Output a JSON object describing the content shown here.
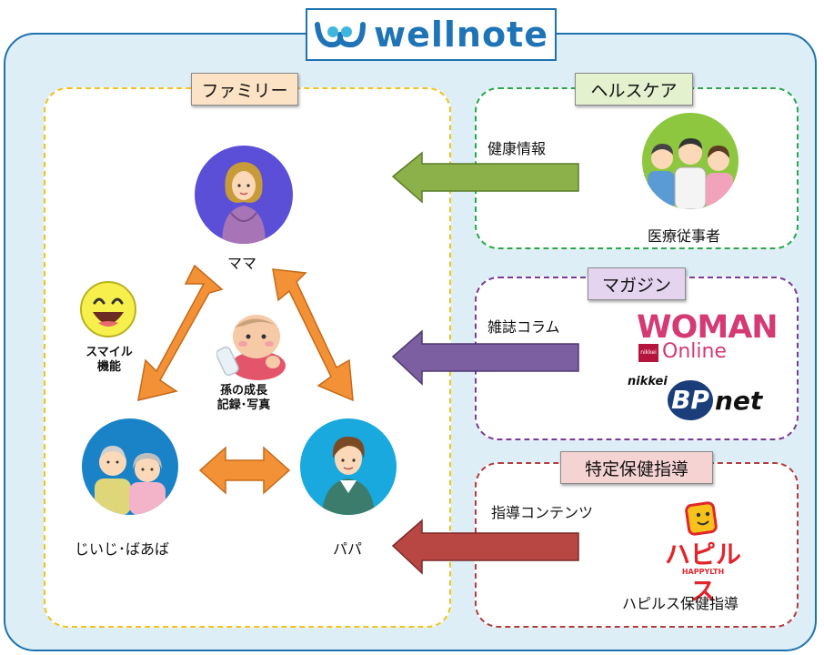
{
  "logo": {
    "text": "wellnote"
  },
  "family": {
    "title": "ファミリー",
    "mama": "ママ",
    "papa": "パパ",
    "grandparents": "じいじ･ばあば",
    "smile": "スマイル\n機能",
    "photos": "孫の成長\n記録･写真"
  },
  "healthcare": {
    "title": "ヘルスケア",
    "arrow_label": "健康情報",
    "provider": "医療従事者"
  },
  "magazine": {
    "title": "マガジン",
    "arrow_label": "雑誌コラム",
    "woman": {
      "big": "WOMAN",
      "small_prefix": "nikkei",
      "online": "Online"
    },
    "bpnet": {
      "nikkei": "nikkei",
      "bp": "BP",
      "net": "net"
    }
  },
  "guidance": {
    "title": "特定保健指導",
    "arrow_label": "指導コンテンツ",
    "brand": "ハピルス",
    "brand_sub": "HAPPYLTH",
    "provider": "ハピルス保健指導"
  },
  "colors": {
    "outer_border": "#1d72b0",
    "outer_fill": "#deeef6",
    "family_border": "#f2c21b",
    "healthcare_border": "#27a84a",
    "magazine_border": "#7a3a96",
    "guidance_border": "#b33c3c",
    "arrow_green": "#8cb04a",
    "arrow_purple": "#7c5fa0",
    "arrow_red": "#b84744",
    "arrow_orange": "#f29136"
  }
}
